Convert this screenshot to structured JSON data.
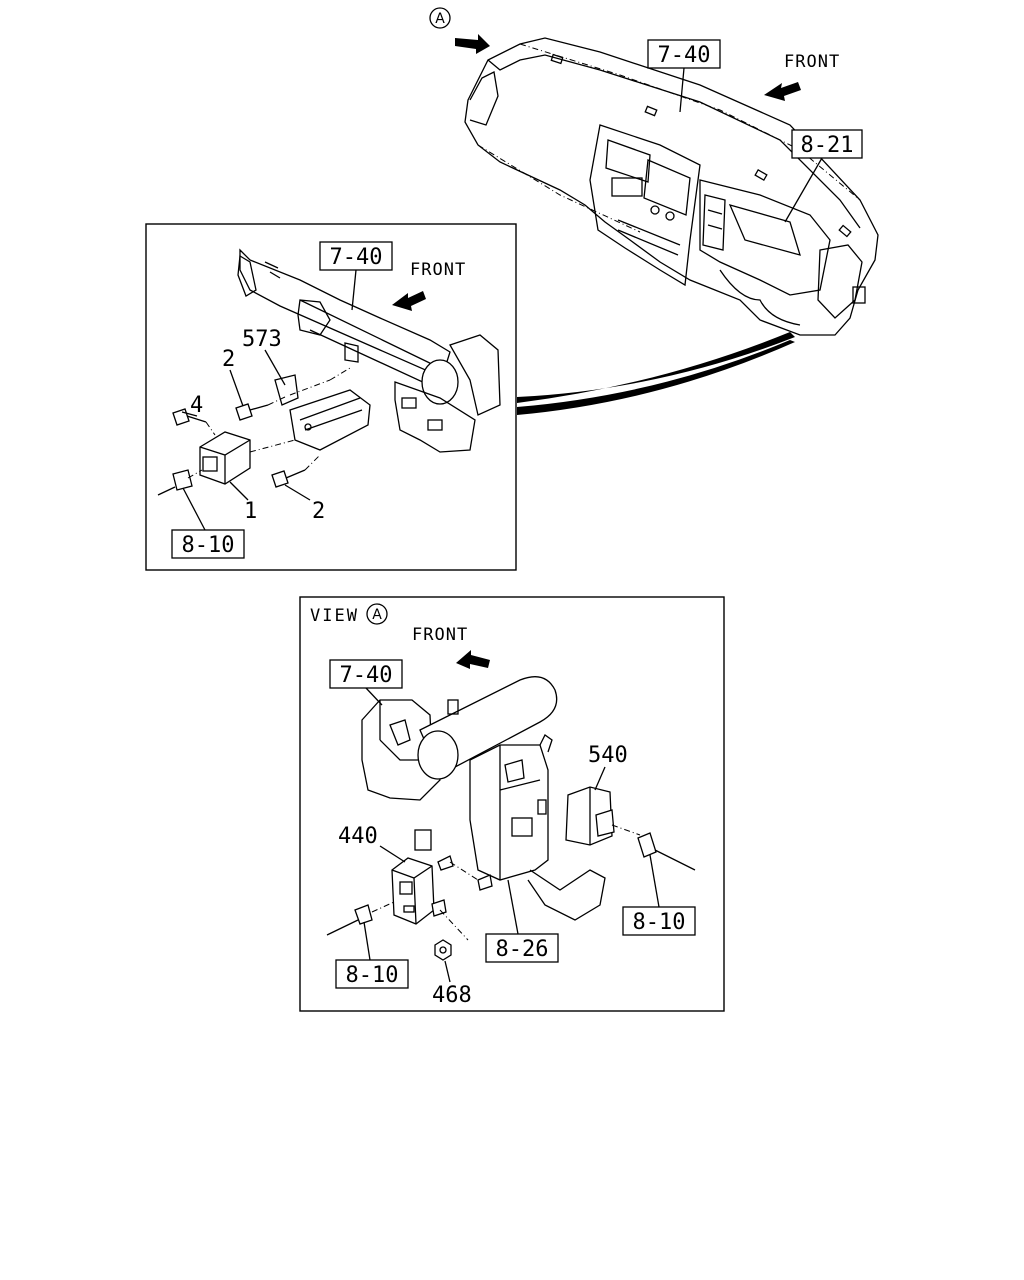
{
  "circle_marker": "A",
  "view_label": "VIEW",
  "front_label": "FRONT",
  "top": {
    "ref_7_40": "7-40",
    "ref_8_21": "8-21"
  },
  "left_inset": {
    "ref_7_40": "7-40",
    "ref_8_10": "8-10",
    "callout_573": "573",
    "callout_2a": "2",
    "callout_4": "4",
    "callout_1": "1",
    "callout_2b": "2"
  },
  "view_inset": {
    "ref_7_40": "7-40",
    "ref_8_10_right": "8-10",
    "ref_8_10_left": "8-10",
    "ref_8_26": "8-26",
    "callout_540": "540",
    "callout_440": "440",
    "callout_468": "468"
  }
}
